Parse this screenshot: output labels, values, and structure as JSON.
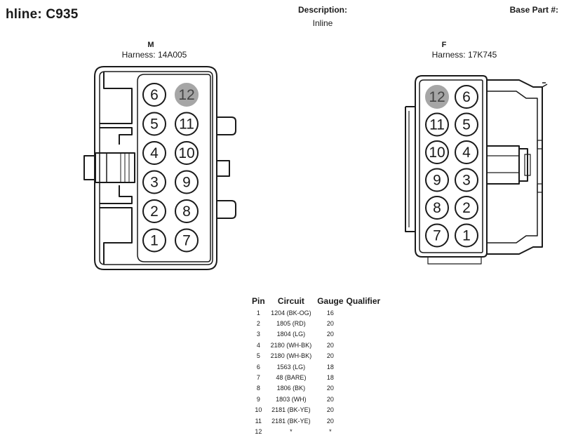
{
  "header": {
    "title": "hline: C935",
    "description_label": "Description:",
    "description_value": "Inline",
    "base_part_label": "Base Part #:"
  },
  "connectors": {
    "left": {
      "tag": "M",
      "harness": "Harness: 14A005",
      "highlighted_pin": "12"
    },
    "right": {
      "tag": "F",
      "harness": "Harness: 17K745",
      "highlighted_pin": "12"
    }
  },
  "colors": {
    "line": "#1a1a1a",
    "highlight": "#a6a6a6"
  },
  "table": {
    "headers": [
      "Pin",
      "Circuit",
      "Gauge",
      "Qualifier"
    ],
    "rows": [
      {
        "pin": "1",
        "circuit": "1204 (BK-OG)",
        "gauge": "16",
        "qualifier": ""
      },
      {
        "pin": "2",
        "circuit": "1805 (RD)",
        "gauge": "20",
        "qualifier": ""
      },
      {
        "pin": "3",
        "circuit": "1804 (LG)",
        "gauge": "20",
        "qualifier": ""
      },
      {
        "pin": "4",
        "circuit": "2180 (WH-BK)",
        "gauge": "20",
        "qualifier": ""
      },
      {
        "pin": "5",
        "circuit": "2180 (WH-BK)",
        "gauge": "20",
        "qualifier": ""
      },
      {
        "pin": "6",
        "circuit": "1563 (LG)",
        "gauge": "18",
        "qualifier": ""
      },
      {
        "pin": "7",
        "circuit": "48 (BARE)",
        "gauge": "18",
        "qualifier": ""
      },
      {
        "pin": "8",
        "circuit": "1806 (BK)",
        "gauge": "20",
        "qualifier": ""
      },
      {
        "pin": "9",
        "circuit": "1803 (WH)",
        "gauge": "20",
        "qualifier": ""
      },
      {
        "pin": "10",
        "circuit": "2181 (BK-YE)",
        "gauge": "20",
        "qualifier": ""
      },
      {
        "pin": "11",
        "circuit": "2181 (BK-YE)",
        "gauge": "20",
        "qualifier": ""
      },
      {
        "pin": "12",
        "circuit": "*",
        "gauge": "*",
        "qualifier": ""
      }
    ]
  },
  "diagram_data": {
    "left_pins": [
      [
        "6",
        "12"
      ],
      [
        "5",
        "11"
      ],
      [
        "4",
        "10"
      ],
      [
        "3",
        "9"
      ],
      [
        "2",
        "8"
      ],
      [
        "1",
        "7"
      ]
    ],
    "right_pins": [
      [
        "12",
        "6"
      ],
      [
        "11",
        "5"
      ],
      [
        "10",
        "4"
      ],
      [
        "9",
        "3"
      ],
      [
        "8",
        "2"
      ],
      [
        "7",
        "1"
      ]
    ]
  }
}
